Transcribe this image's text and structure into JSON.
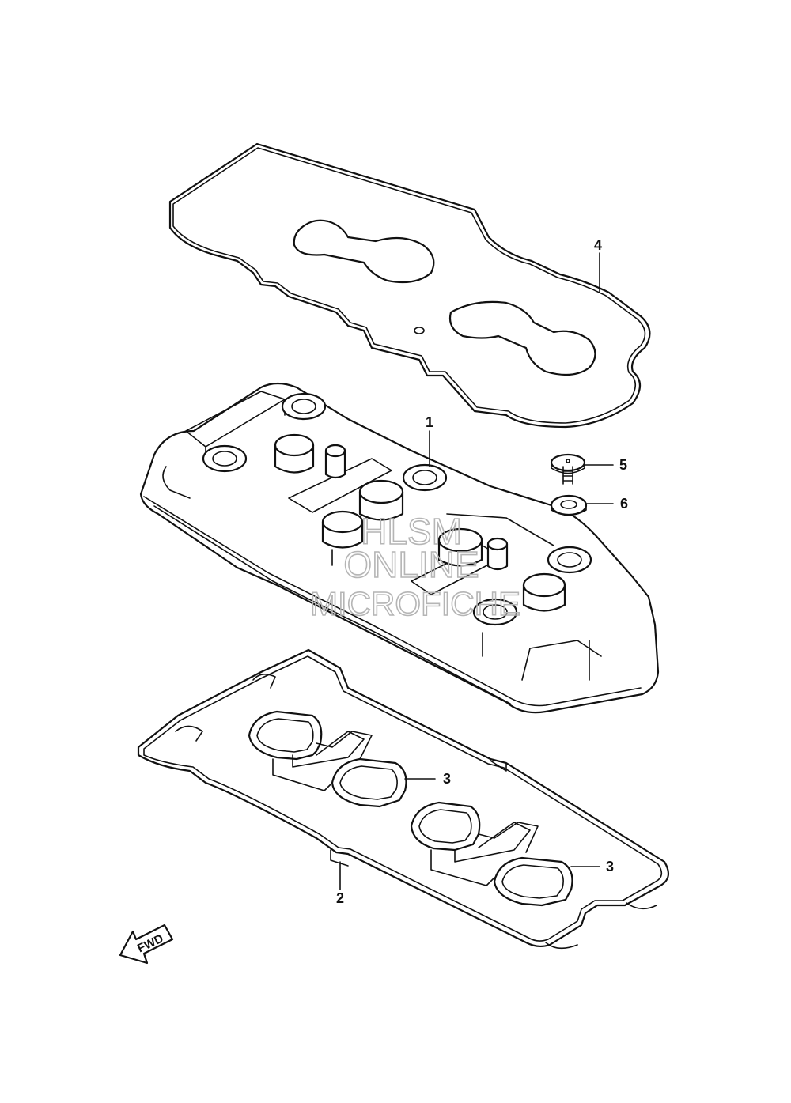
{
  "callouts": {
    "cover": "1",
    "bottom_gasket": "2",
    "plug_seal_upper": "3",
    "plug_seal_lower": "3",
    "top_gasket": "4",
    "bolt": "5",
    "washer": "6"
  },
  "direction_arrow": {
    "label": "FWD"
  },
  "watermark": {
    "line1": "HLSM",
    "line2": "ONLINE",
    "line3": "MICROFICHE"
  }
}
